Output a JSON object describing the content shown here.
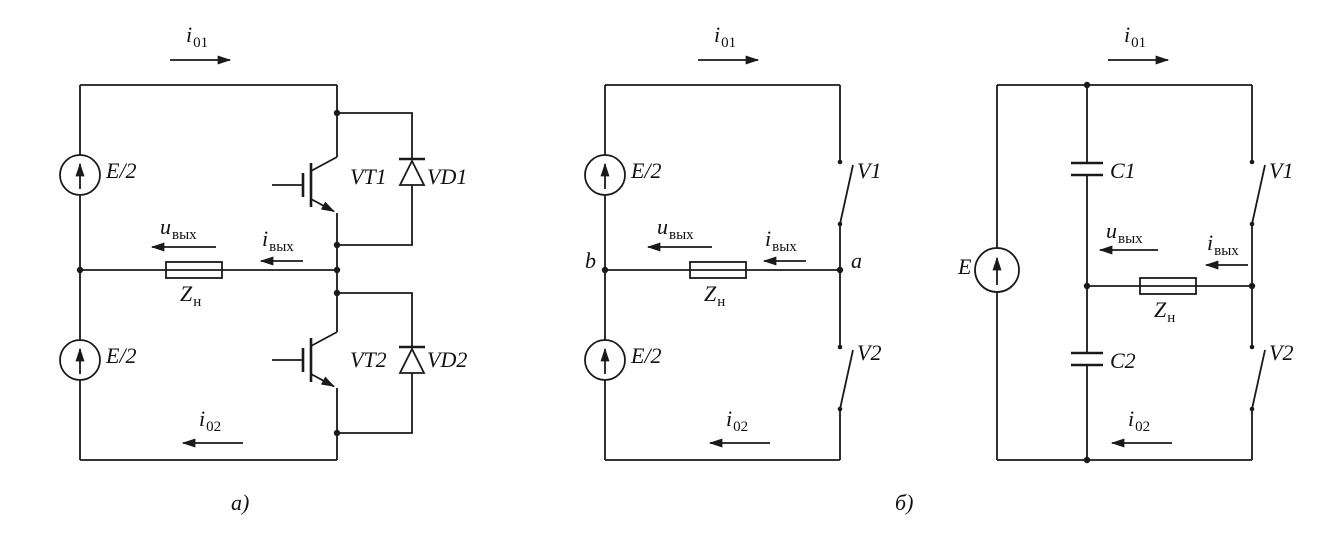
{
  "figure": {
    "caption_a": "а)",
    "caption_b": "б)"
  },
  "labels": {
    "i01": {
      "base": "i",
      "sub": "01"
    },
    "i02": {
      "base": "i",
      "sub": "02"
    },
    "u_out": {
      "base": "u",
      "sub": "вых"
    },
    "i_out": {
      "base": "i",
      "sub": "вых"
    },
    "z_load": {
      "base": "Z",
      "sub": "н"
    },
    "e_half": "E/2",
    "e": "E",
    "vt1": "VT1",
    "vt2": "VT2",
    "vd1": "VD1",
    "vd2": "VD2",
    "v1": "V1",
    "v2": "V2",
    "c1": "C1",
    "c2": "C2",
    "node_a": "a",
    "node_b": "b"
  },
  "colors": {
    "ink": "#1a1a1a",
    "background": "#ffffff"
  }
}
